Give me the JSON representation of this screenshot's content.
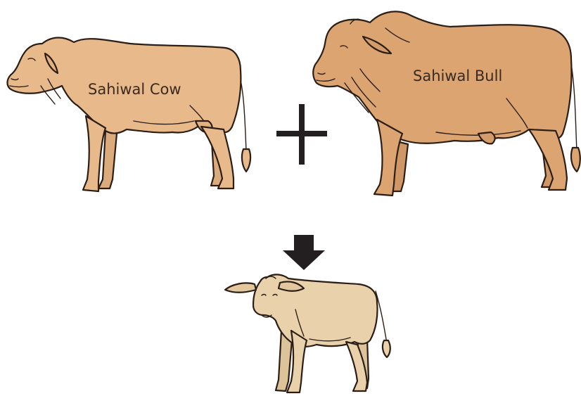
{
  "diagram": {
    "type": "breeding-cross",
    "parents": {
      "cow": {
        "label": "Sahiwal Cow"
      },
      "bull": {
        "label": "Sahiwal Bull"
      }
    },
    "operator": "+",
    "offspring": {
      "label": ""
    },
    "colors": {
      "cow_fill": "#e8b98a",
      "bull_fill": "#dba471",
      "calf_fill": "#e9d1ab",
      "outline": "#2b1e16",
      "symbol": "#231f20"
    }
  }
}
